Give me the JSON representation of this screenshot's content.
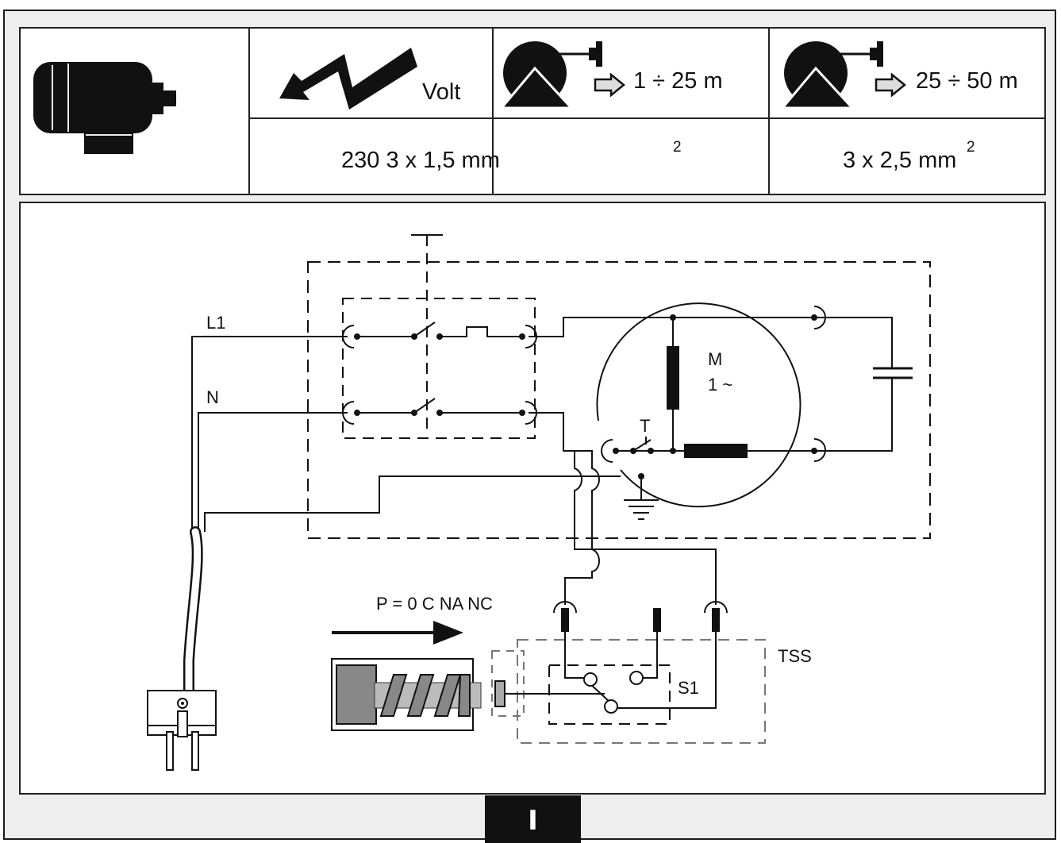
{
  "spec_table": {
    "voltage_header": "Volt",
    "range_short": "1 ÷ 25 m",
    "range_long": "25 ÷ 50 m",
    "voltage_value": "230 3 x 1,5 mm",
    "short_exponent": "2",
    "long_value": "3 x 2,5 mm",
    "long_exponent": "2",
    "icons": [
      "motor-icon",
      "lightning-arrow-icon",
      "cable-reel-icon",
      "cable-reel-icon",
      "arrow-right-icon"
    ]
  },
  "schematic": {
    "label_l1": "L1",
    "label_n": "N",
    "label_motor": "M",
    "label_motor_phase": "1 ~",
    "label_thermal": "T",
    "label_pressure": "P = 0 C NA NC",
    "label_tss": "TSS",
    "label_s1": "S1"
  },
  "page_tab": {
    "label": "I"
  }
}
